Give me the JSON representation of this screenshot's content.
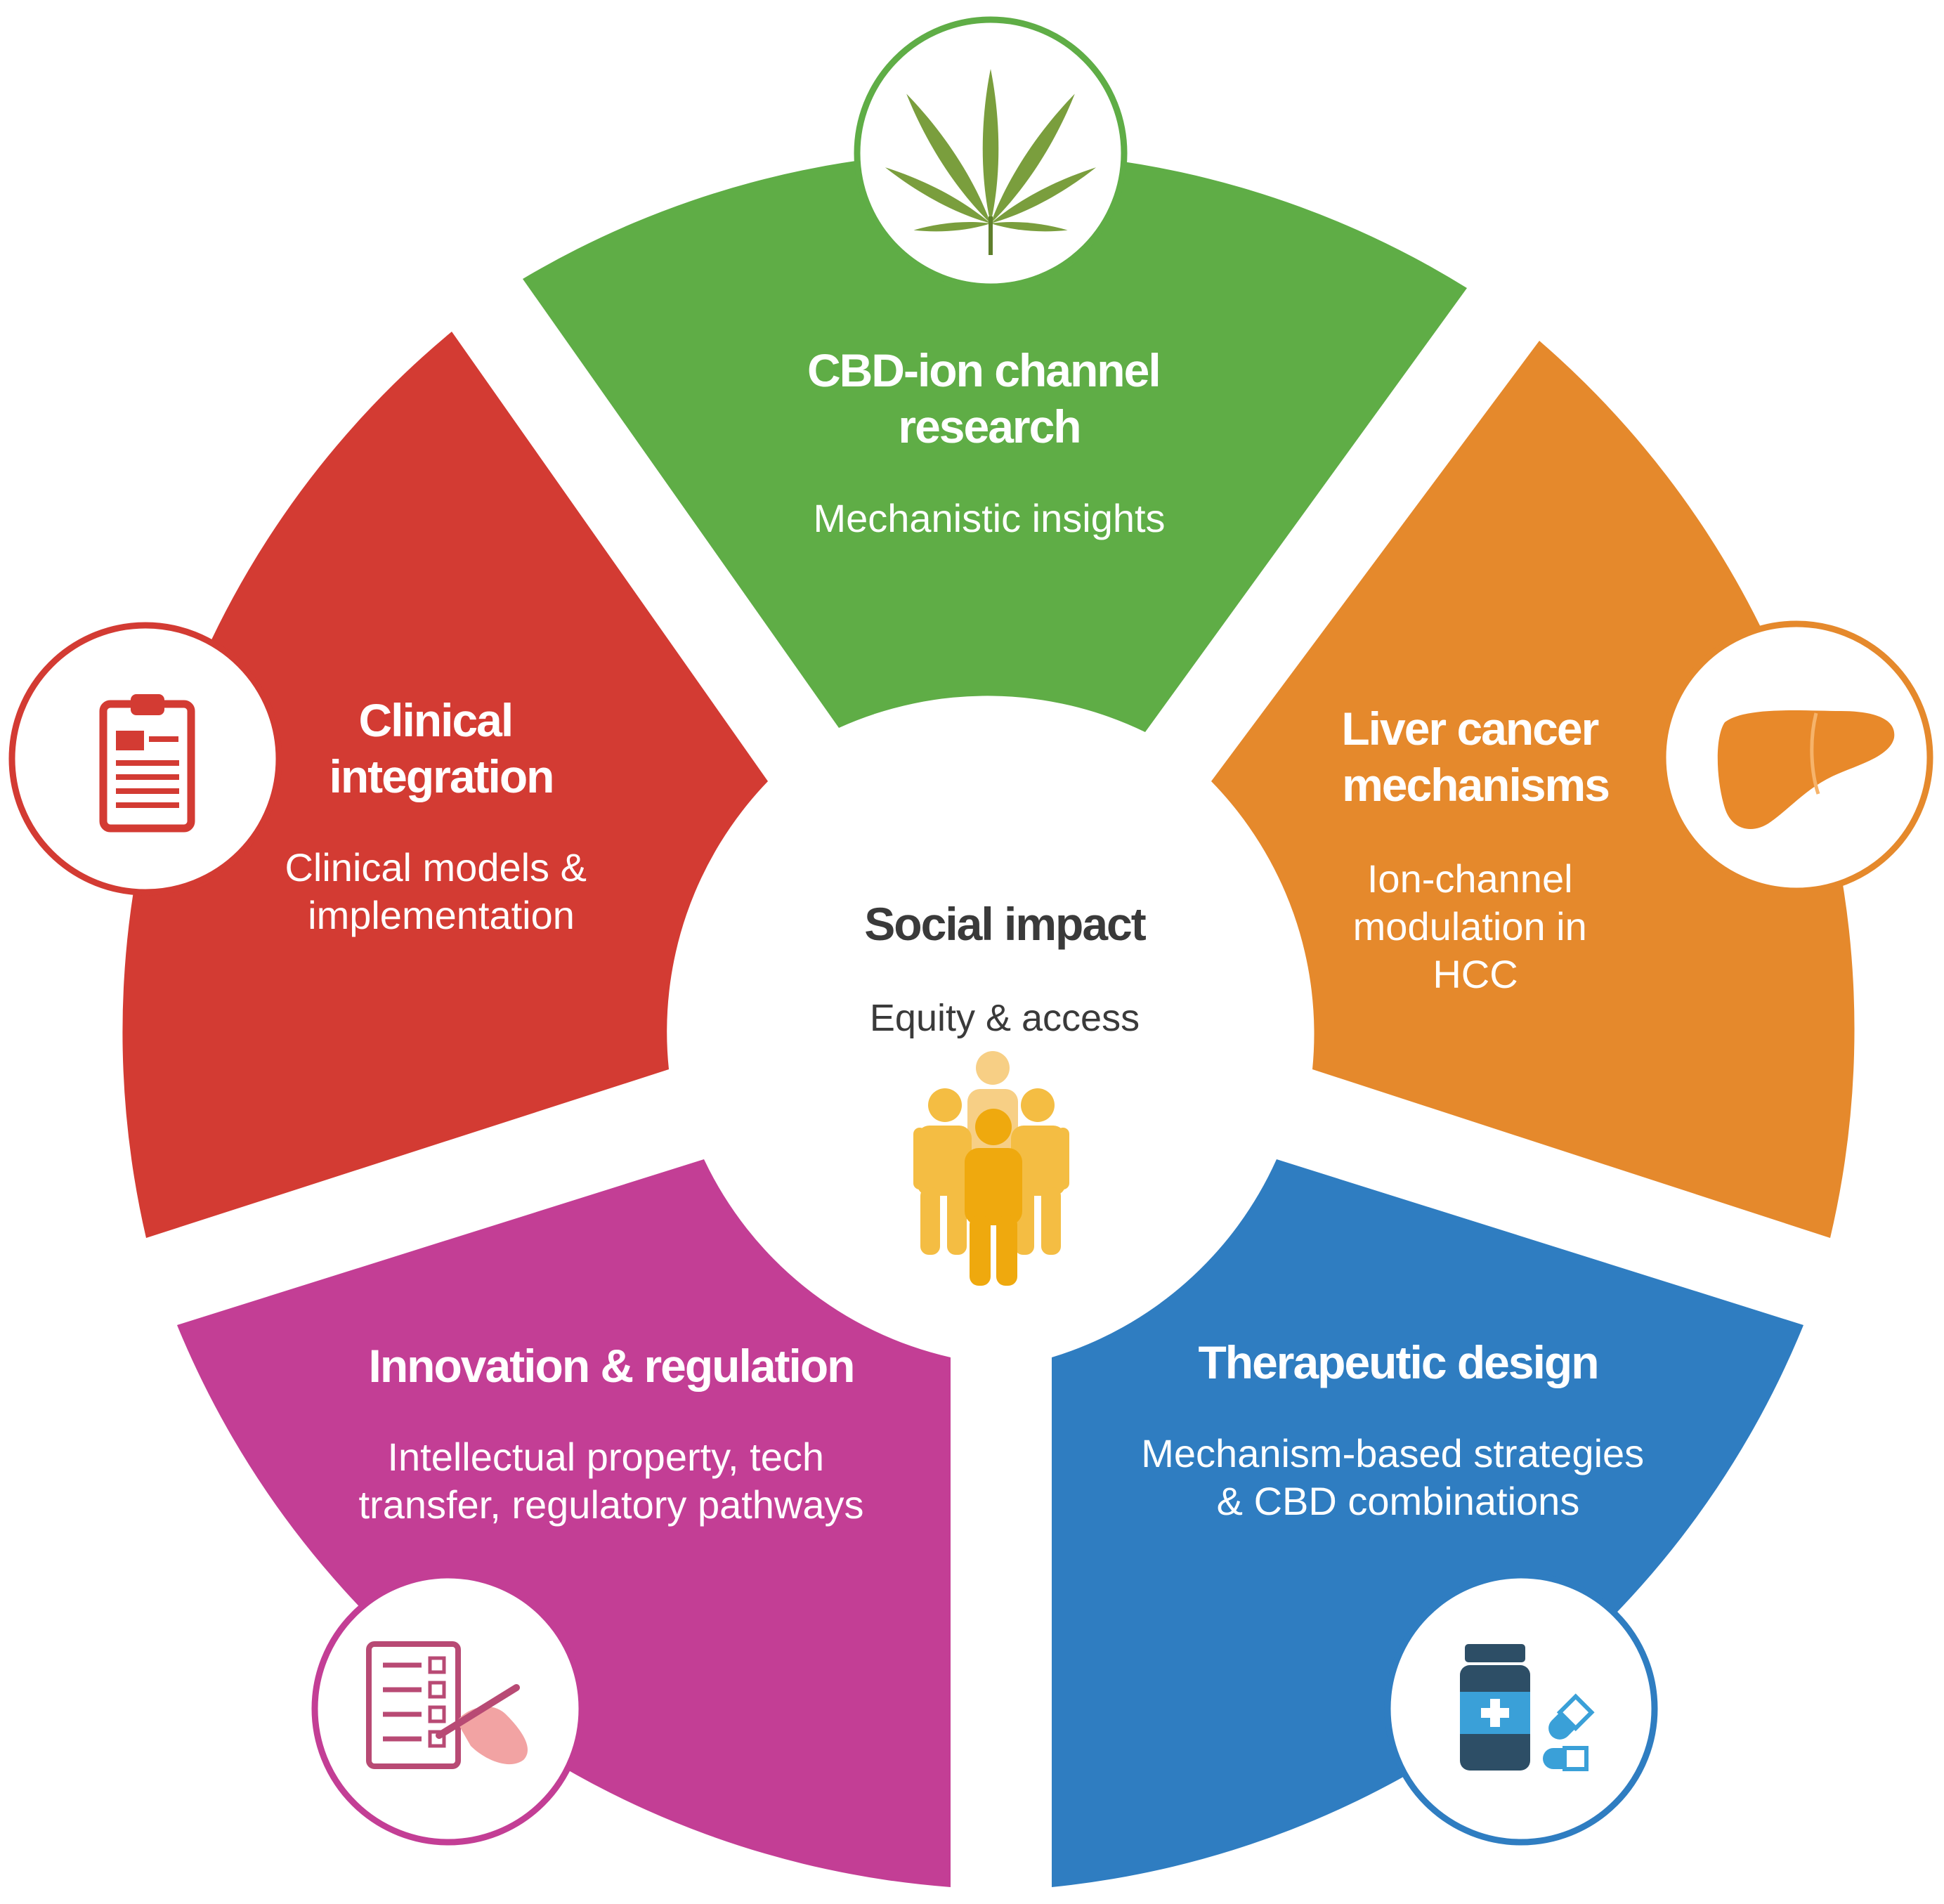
{
  "center": {
    "title": "Social impact",
    "subtitle": "Equity & access",
    "icon": "people-group-icon"
  },
  "segments": [
    {
      "id": "cbd",
      "title_lines": [
        "CBD-ion channel",
        "research"
      ],
      "subtitle_lines": [
        "Mechanistic insights"
      ],
      "color": "#5fad46",
      "icon": "cannabis-leaf-icon"
    },
    {
      "id": "liver",
      "title_lines": [
        "Liver cancer",
        "mechanisms"
      ],
      "subtitle_lines": [
        "Ion-channel",
        "modulation in",
        "HCC"
      ],
      "color": "#e5892c",
      "icon": "liver-icon"
    },
    {
      "id": "therapeutic",
      "title_lines": [
        "Therapeutic design"
      ],
      "subtitle_lines": [
        "Mechanism-based strategies",
        "& CBD combinations"
      ],
      "color": "#2f7dc1",
      "icon": "medicine-bottle-pills-icon"
    },
    {
      "id": "innovation",
      "title_lines": [
        "Innovation & regulation"
      ],
      "subtitle_lines": [
        "Intellectual property, tech",
        "transfer, regulatory pathways"
      ],
      "color": "#c33e95",
      "icon": "checklist-signing-icon"
    },
    {
      "id": "clinical",
      "title_lines": [
        "Clinical",
        "integration"
      ],
      "subtitle_lines": [
        "Clinical models &",
        "implementation"
      ],
      "color": "#d33b33",
      "icon": "clipboard-icon"
    }
  ]
}
